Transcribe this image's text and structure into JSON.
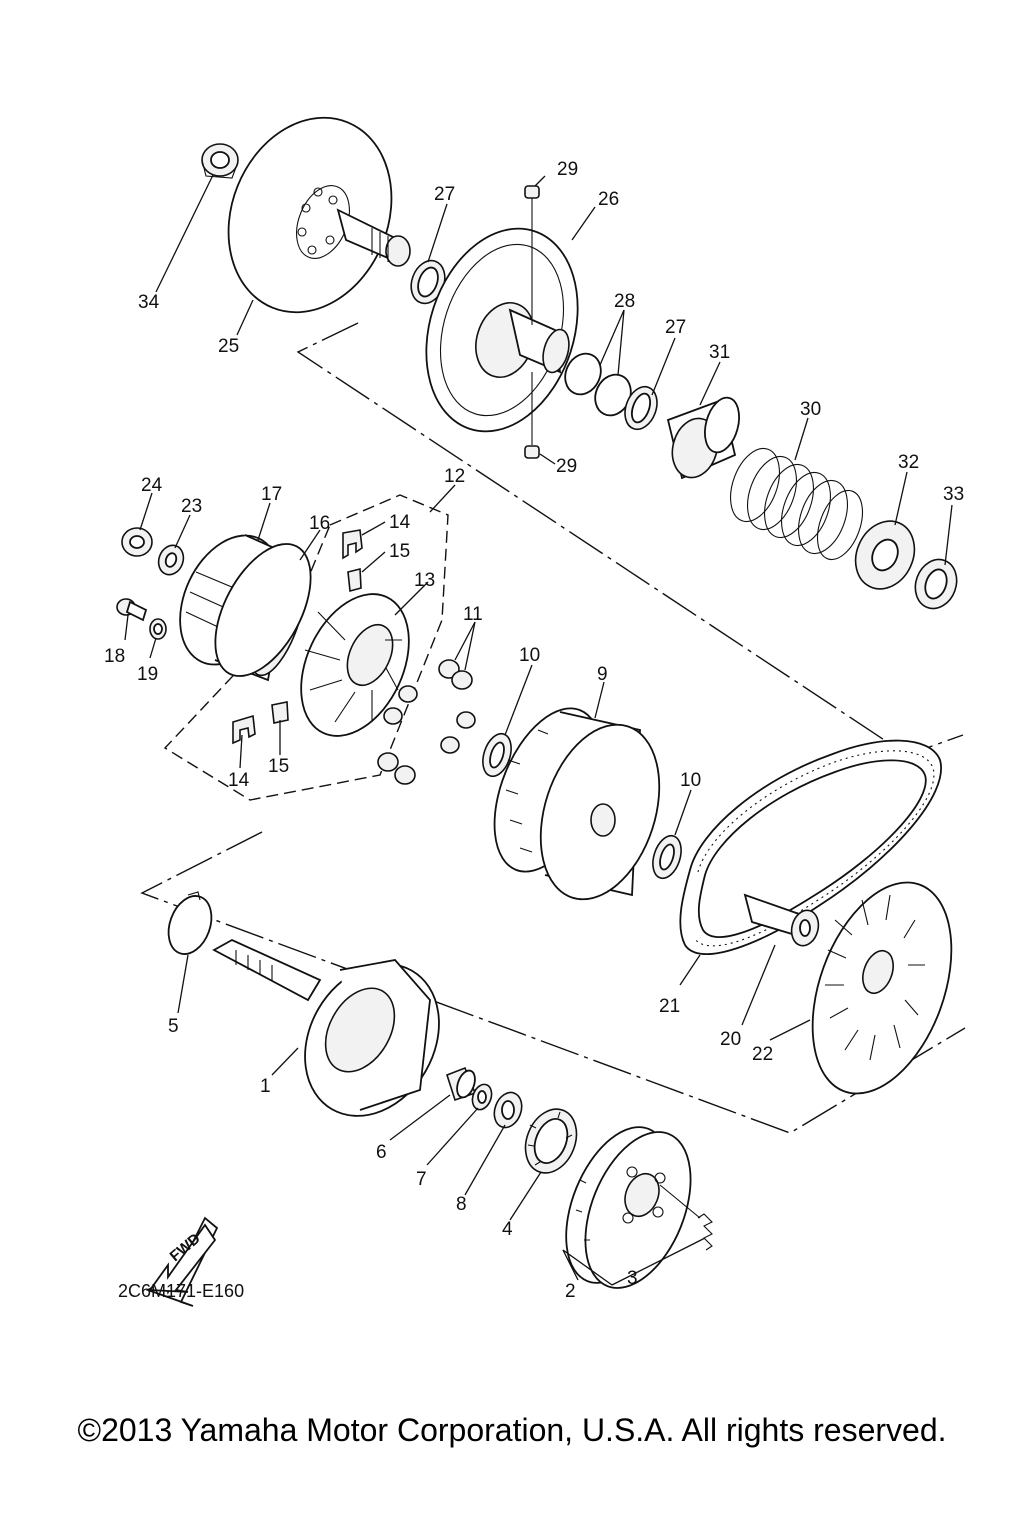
{
  "diagram": {
    "code": "2C6M171-E160",
    "fwd_label": "FWD",
    "callouts": {
      "p1": "1",
      "p2": "2",
      "p3": "3",
      "p4": "4",
      "p5": "5",
      "p6": "6",
      "p7": "7",
      "p8": "8",
      "p9": "9",
      "p10a": "10",
      "p10b": "10",
      "p11": "11",
      "p12": "12",
      "p13": "13",
      "p14a": "14",
      "p14b": "14",
      "p15a": "15",
      "p15b": "15",
      "p16": "16",
      "p17": "17",
      "p18": "18",
      "p19": "19",
      "p20": "20",
      "p21": "21",
      "p22": "22",
      "p23": "23",
      "p24": "24",
      "p25": "25",
      "p26": "26",
      "p27a": "27",
      "p27b": "27",
      "p28": "28",
      "p29a": "29",
      "p29b": "29",
      "p30": "30",
      "p31": "31",
      "p32": "32",
      "p33": "33",
      "p34": "34"
    }
  },
  "footer": {
    "copyright": "©2013 Yamaha Motor Corporation, U.S.A. All rights reserved."
  }
}
